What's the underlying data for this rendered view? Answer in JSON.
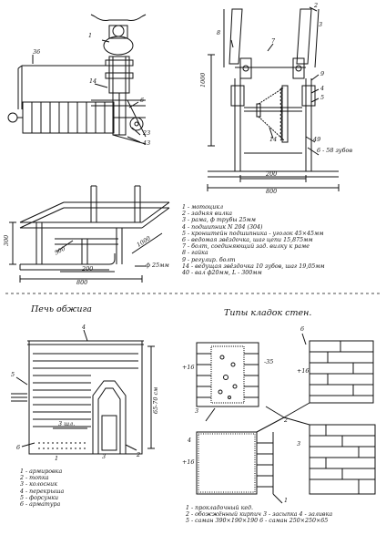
{
  "top": {
    "callouts_side": [
      "1",
      "36",
      "14",
      "6",
      "23",
      "43"
    ],
    "callouts_frame": [
      "2",
      "3",
      "8",
      "7",
      "9",
      "4",
      "5",
      "14",
      "49",
      "6 - 58 зубов"
    ],
    "dims_frame": {
      "height": "1000",
      "inner": "200",
      "total": "800"
    },
    "dims_frame3d": {
      "h": "300",
      "a": "500",
      "b": "1000",
      "c": "200",
      "d": "800",
      "pipe": "ф 25мм"
    },
    "legend": [
      "1 - мотоцикл",
      "2 - задняя вилка",
      "3 - рама, ф трубы 25мм",
      "4 - подшипник N 204 (304)",
      "5 - кронштейн подшипника - уголок 45×45мм",
      "6 - ведомая звёздочка, шаг цепи 15,875мм",
      "7 - болт, соединяющий зад. вилку к раме",
      "8 - гайка",
      "9 - регулир. болт",
      "14 - ведущая звёздочка 10 зубов, шаг 19,05мм",
      "40 - вал ф20мм, L - 300мм"
    ]
  },
  "bottom": {
    "left_title": "Печь обжига",
    "right_title": "Типы кладок стен.",
    "kiln_callouts": [
      "4",
      "5",
      "6",
      "2",
      "3",
      "1",
      "3 шл.",
      "65-70 см"
    ],
    "kiln_legend": [
      "1 - армировка",
      "2 - топка",
      "3 - колосник",
      "4 - перекрыша",
      "5 - форсунки",
      "6 - арматура"
    ],
    "wall_callouts": [
      "+16",
      "-35",
      "3",
      "6",
      "+16",
      "2",
      "4",
      "+16",
      "3",
      "1"
    ],
    "wall_legend": [
      "1 - прокладочный кед.",
      "2 - обожжённый кирпич   3 - засыпка   4 - заливка",
      "5 - саман 390×190×190   6 - саман 250×250×65"
    ]
  }
}
